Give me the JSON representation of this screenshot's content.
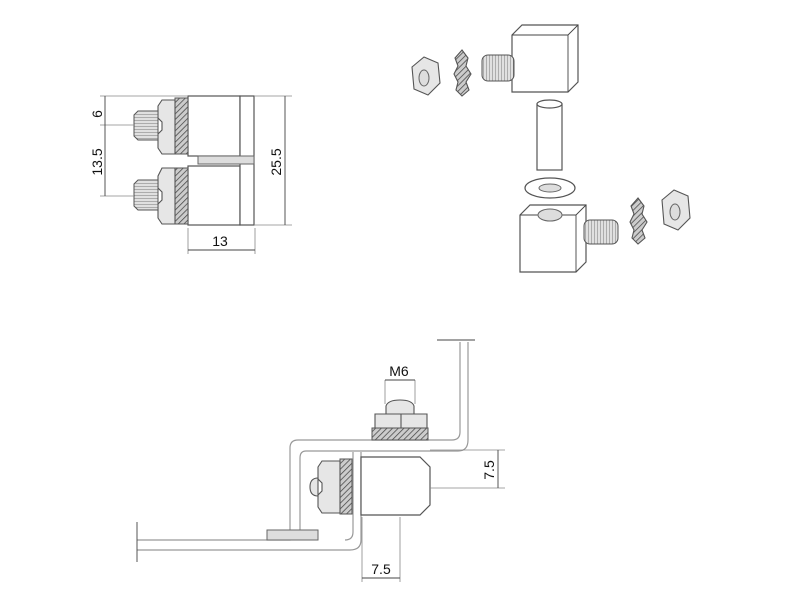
{
  "drawing": {
    "front_view": {
      "dim_top_offset": "6",
      "dim_bolt_spacing": "13.5",
      "dim_total_height": "25.5",
      "dim_width": "13"
    },
    "exploded_view": {
      "parts": [
        "hex-nut",
        "lock-washer",
        "threaded-block",
        "pin",
        "flat-washer",
        "threaded-block",
        "lock-washer",
        "hex-nut"
      ]
    },
    "mounting_view": {
      "dim_thread": "M6",
      "dim_height": "7.5",
      "dim_offset": "7.5"
    }
  }
}
